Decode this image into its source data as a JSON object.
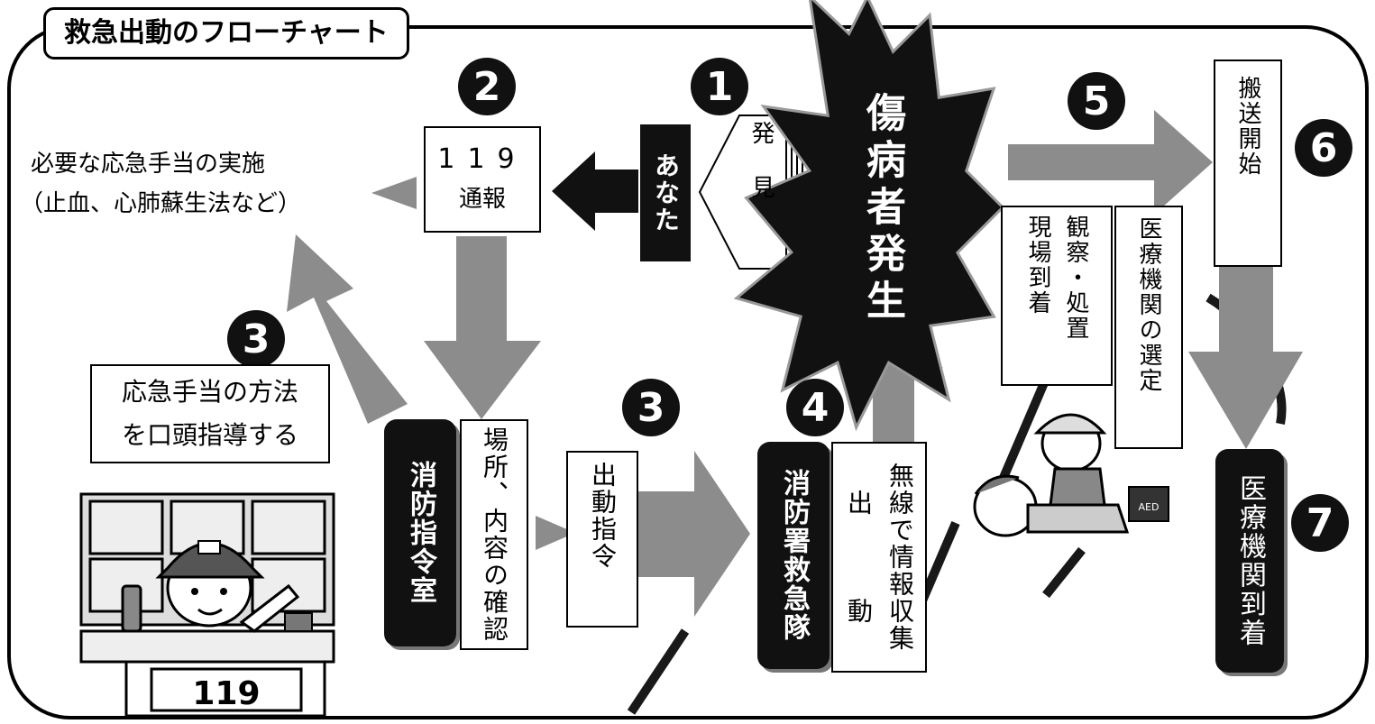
{
  "title": "救急出動のフローチャート",
  "steps": {
    "s1": "1",
    "s2": "2",
    "s3a": "3",
    "s3b": "3",
    "s4": "4",
    "s5": "5",
    "s6": "6",
    "s7": "7"
  },
  "nodes": {
    "incident": "傷病者発生",
    "discovery": "発見",
    "you": "あなた",
    "call_119_line1": "119",
    "call_119_line2": "通報",
    "first_aid_line1": "必要な応急手当の実施",
    "first_aid_line2": "（止血、心肺蘇生法など）",
    "instruct_line1": "応急手当の方法",
    "instruct_line2": "を口頭指導する",
    "command_room": "消防指令室",
    "confirm": "場所、内容の確認",
    "dispatch_order": "出動指令",
    "ambulance_team": "消防署救急隊",
    "radio_info": "無線で情報収集",
    "departure": "出　　　動",
    "arrival_scene": "現場到着",
    "observe_treat": "観察・処置",
    "hospital_select": "医療機関の選定",
    "transport_start": "搬送開始",
    "hospital_arrival": "医療機関到着"
  },
  "illustrations": {
    "operator_desk_label": "119",
    "aed_label": "AED"
  },
  "colors": {
    "arrow_gray": "#8c8c8c",
    "black": "#111111",
    "frame": "#000000"
  }
}
